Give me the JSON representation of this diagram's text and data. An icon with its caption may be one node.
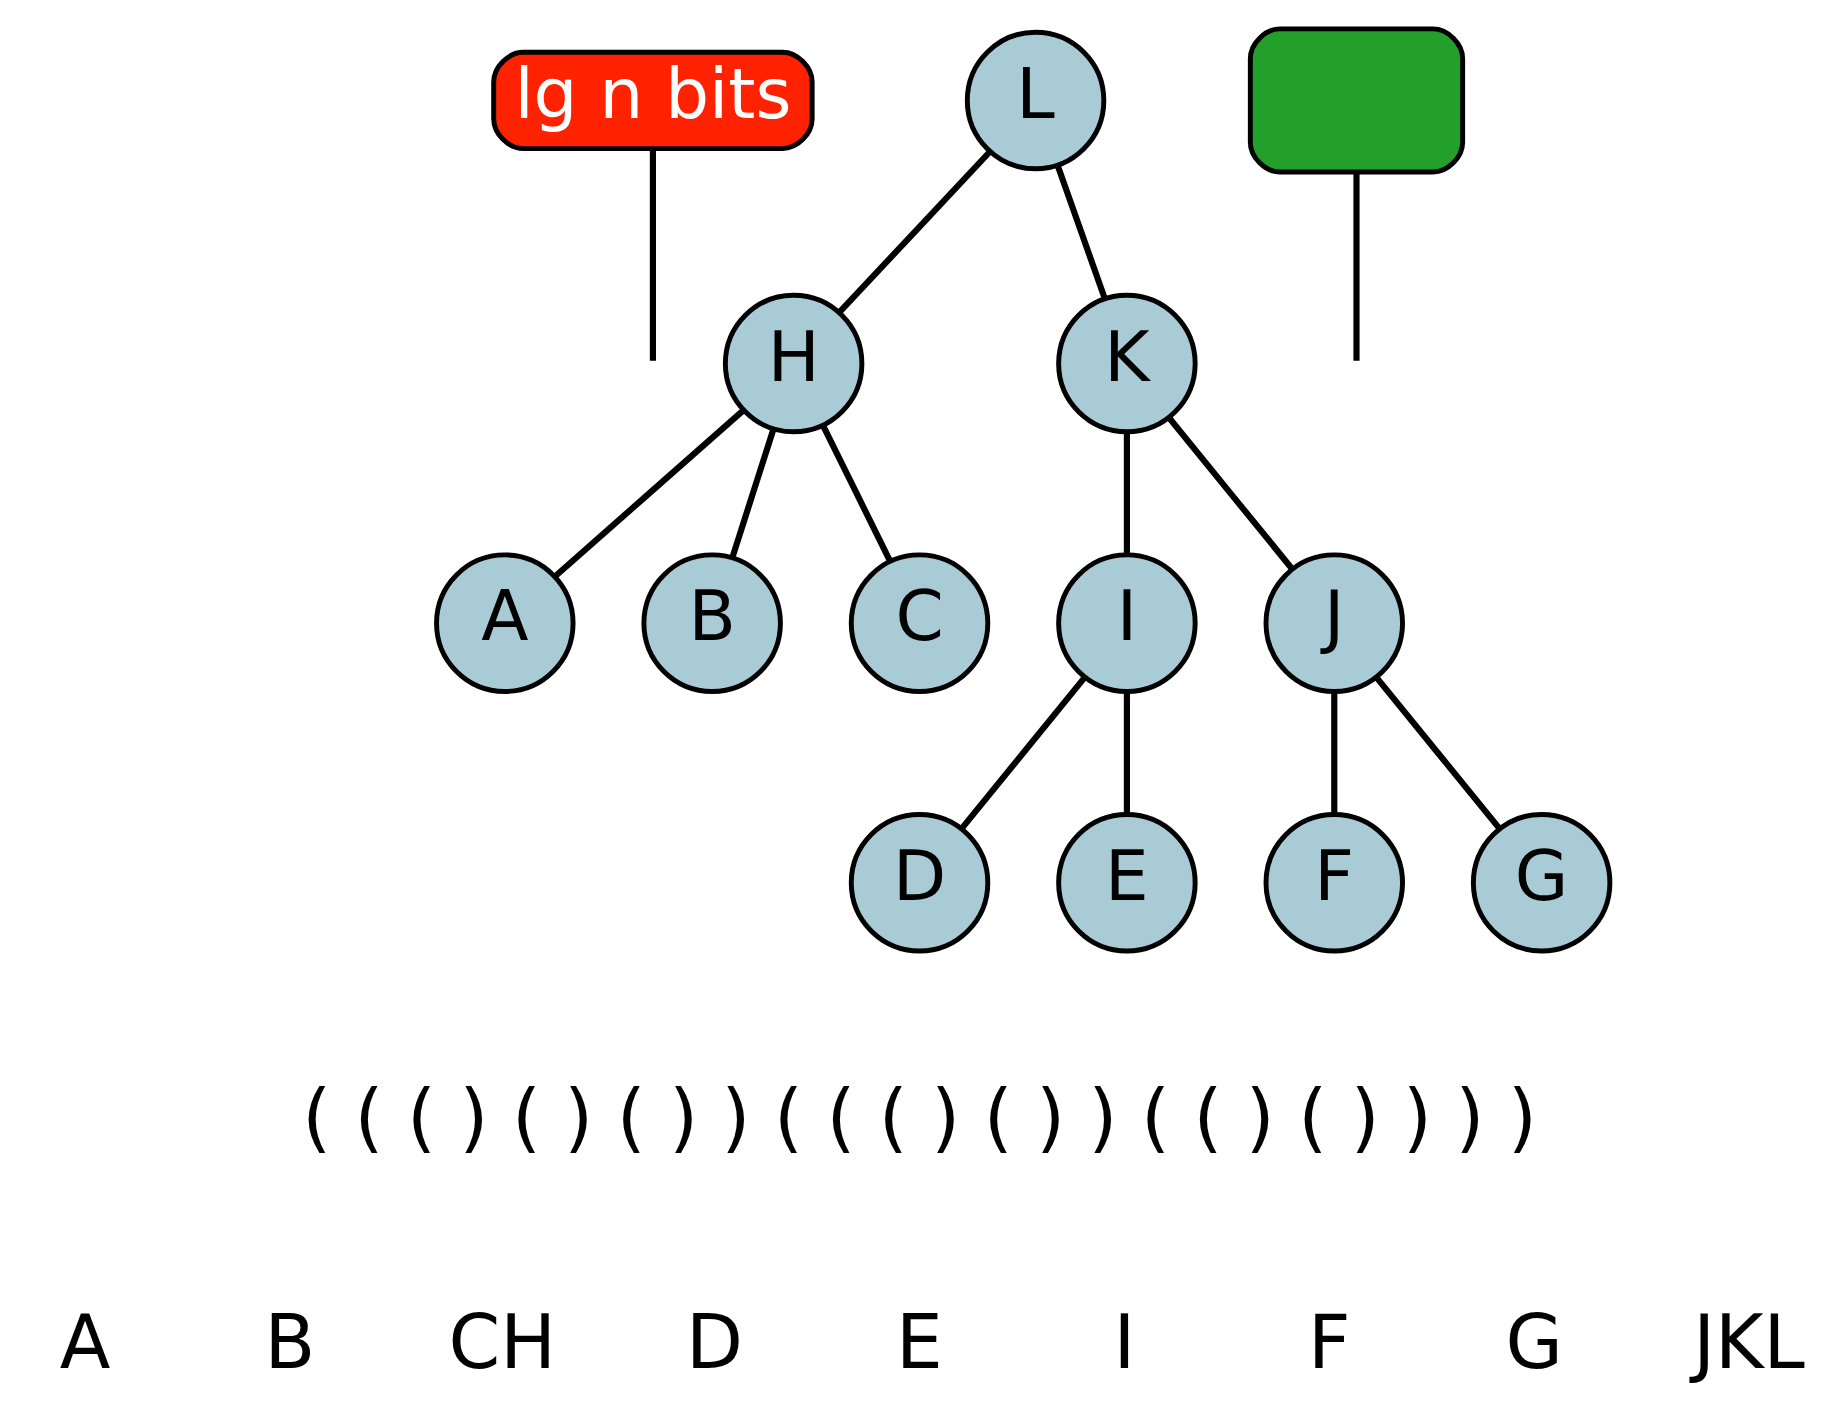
{
  "diagram": {
    "nodes": [
      {
        "text": [
          "lg n bits"
        ]
      },
      {
        "text": [
          "L"
        ]
      },
      {
        "text": [
          "K"
        ]
      },
      {
        "text": [],
        "shape": "box"
      },
      {
        "text": [
          "H"
        ]
      },
      {
        "text": [
          "I"
        ]
      },
      {
        "text": [
          "J"
        ]
      },
      {
        "text": [
          "A"
        ]
      },
      {
        "text": [
          "B"
        ]
      },
      {
        "text": [
          "C"
        ]
      },
      {
        "text": [
          "D"
        ]
      },
      {
        "text": [
          "E"
        ]
      },
      {
        "text": [
          "F"
        ]
      },
      {
        "text": [
          "G"
        ]
      }
    ],
    "edges": [
      {
        "from": 1,
        "to": 4,
        "arrow": "none"
      },
      {
        "from": 1,
        "to": 2,
        "arrow": "none"
      },
      {
        "from": 0,
        "to": null,
        "arrow": "none"
      },
      {
        "from": 2,
        "to": 5,
        "arrow": "none"
      },
      {
        "from": 2,
        "to": 6,
        "arrow": "none"
      },
      {
        "from": 4,
        "to": 7,
        "arrow": "none"
      },
      {
        "from": 4,
        "to": 8,
        "arrow": "none"
      },
      {
        "from": 4,
        "to": 9,
        "arrow": "none"
      },
      {
        "from": 5,
        "to": 10,
        "arrow": "none"
      },
      {
        "from": 5,
        "to": 11,
        "arrow": "none"
      },
      {
        "from": 6,
        "to": 12,
        "arrow": "none"
      },
      {
        "from": 6,
        "to": 13,
        "arrow": "none"
      },
      {
        "from": 3,
        "to": null,
        "arrow": "none"
      }
    ],
    "labels": [
      "( ( ( ) ( ) ( ) ) ( ( ( ) ( ) ) ( ( ) ( ) ) ) )",
      "A",
      "B",
      "CH",
      "D",
      "E",
      "I",
      "F",
      "G",
      "JKL"
    ]
  }
}
